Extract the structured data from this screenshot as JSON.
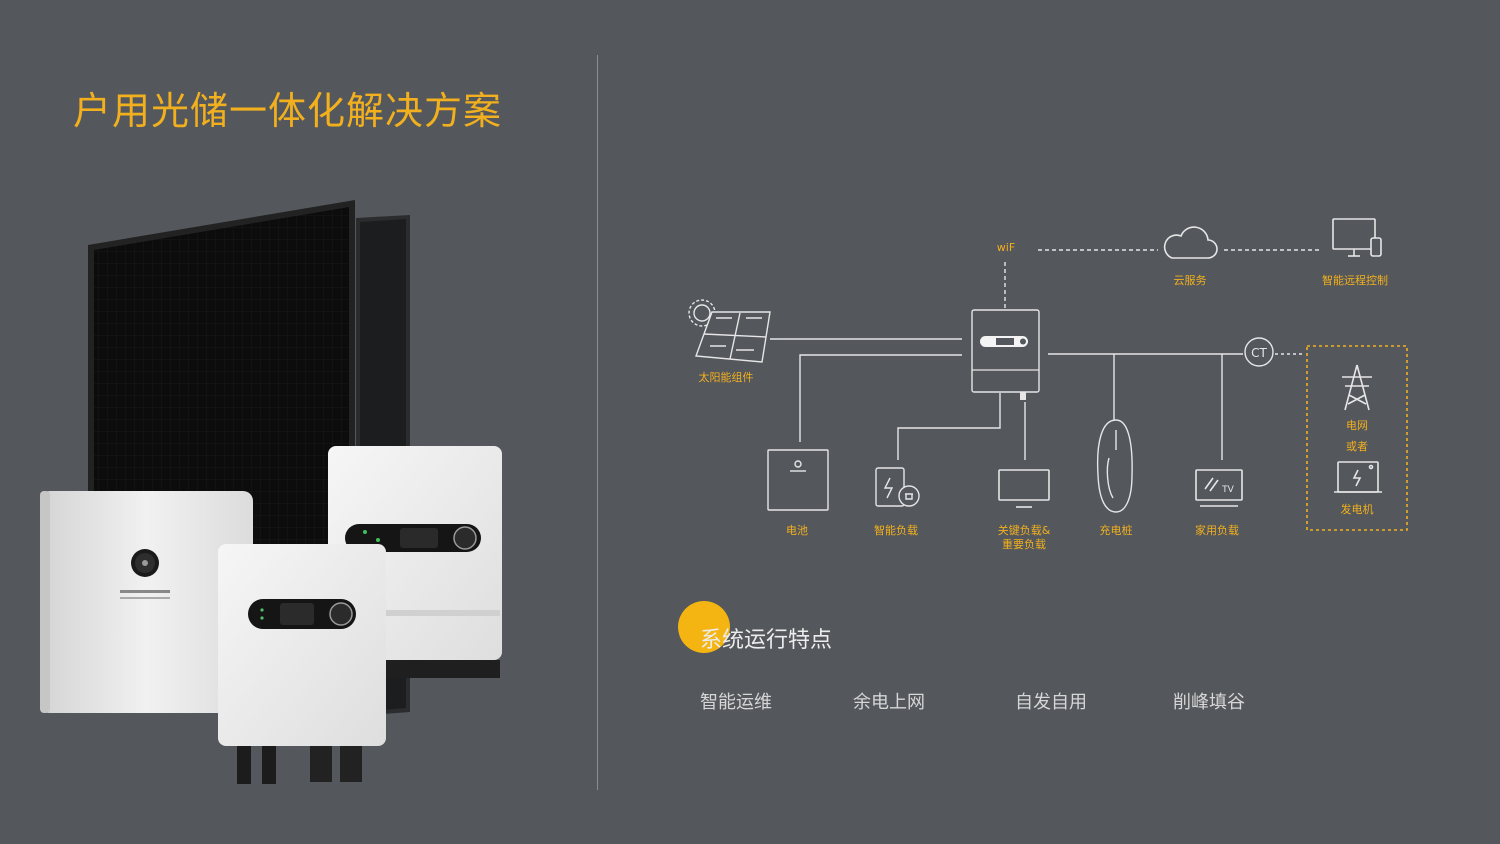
{
  "title": "户用光储一体化解决方案",
  "diagram": {
    "wifi": "wiF",
    "cloud": "云服务",
    "remote": "智能远程控制",
    "solar": "太阳能组件",
    "ct": "CT",
    "battery": "电池",
    "smart_load": "智能负载",
    "critical_load_1": "关键负载&",
    "critical_load_2": "重要负载",
    "charger": "充电桩",
    "home_load": "家用负载",
    "grid": "电网",
    "or": "或者",
    "generator": "发电机"
  },
  "features": {
    "title": "系统运行特点",
    "items": [
      "智能运维",
      "余电上网",
      "自发自用",
      "削峰填谷"
    ]
  },
  "colors": {
    "background": "#54575c",
    "accent": "#f2b01e",
    "line": "#e6e6e6"
  }
}
